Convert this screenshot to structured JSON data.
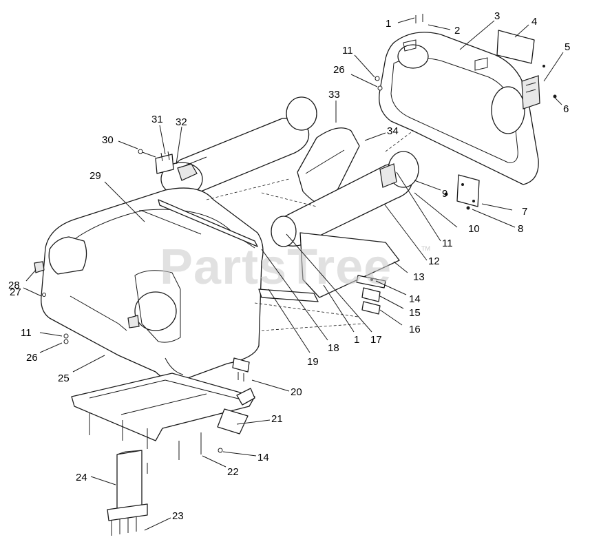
{
  "watermark": {
    "text": "PartsTree",
    "tm": "TM"
  },
  "callouts": [
    "1",
    "2",
    "3",
    "4",
    "5",
    "6",
    "11",
    "26",
    "33",
    "31",
    "32",
    "30",
    "34",
    "29",
    "9",
    "7",
    "8",
    "10",
    "11",
    "12",
    "13",
    "14",
    "15",
    "16",
    "28",
    "27",
    "11",
    "26",
    "25",
    "18",
    "19",
    "1",
    "17",
    "20",
    "21",
    "14",
    "22",
    "24",
    "23"
  ]
}
